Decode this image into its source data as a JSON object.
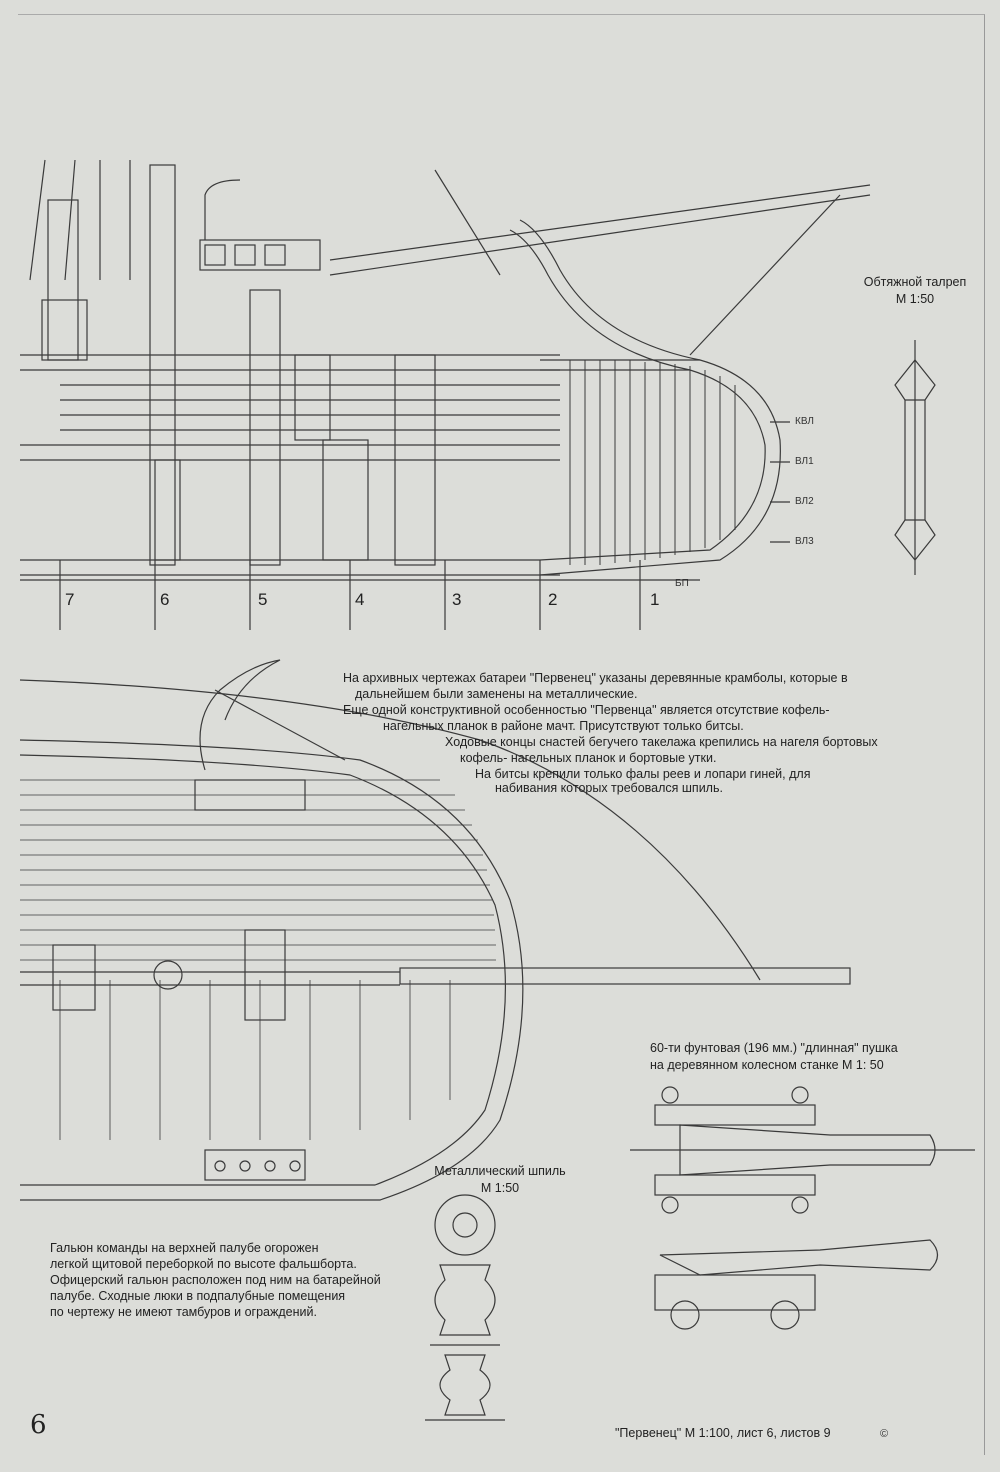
{
  "talrep": {
    "title": "Обтяжной талреп",
    "scale": "М 1:50"
  },
  "waterlines": [
    "КВЛ",
    "ВЛ1",
    "ВЛ2",
    "ВЛ3"
  ],
  "baseline": "БП",
  "stations": [
    "7",
    "6",
    "5",
    "4",
    "3",
    "2",
    "1"
  ],
  "notes_top": [
    "На архивных чертежах батареи \"Первенец\" указаны деревянные крамболы, которые в",
    "дальнейшем были заменены на металлические.",
    "Еще одной конструктивной особенностью \"Первенца\" является отсутствие кофель-",
    "нагельных планок в районе мачт. Присутствуют только битсы.",
    "Ходовые концы снастей бегучего такелажа крепились на нагеля бортовых",
    "кофель- нагельных планок и бортовые утки.",
    "На битсы крепили только фалы реев и лопари гиней, для",
    "набивания которых требовался шпиль."
  ],
  "gun": {
    "title_line1": "60-ти фунтовая (196 мм.) \"длинная\" пушка",
    "title_line2": "на деревянном колесном станке М 1: 50"
  },
  "capstan": {
    "title": "Металлический шпиль",
    "scale": "М 1:50"
  },
  "notes_bottom": [
    "Гальюн команды на верхней палубе огорожен",
    "легкой щитовой переборкой по высоте фальшборта.",
    "Офицерский гальюн расположен под ним на батарейной",
    "палубе. Сходные люки в подпалубные помещения",
    "по чертежу не имеют тамбуров и ограждений."
  ],
  "page_number": "6",
  "footer": "\"Первенец\" М 1:100, лист 6, листов 9",
  "copyright": "©"
}
